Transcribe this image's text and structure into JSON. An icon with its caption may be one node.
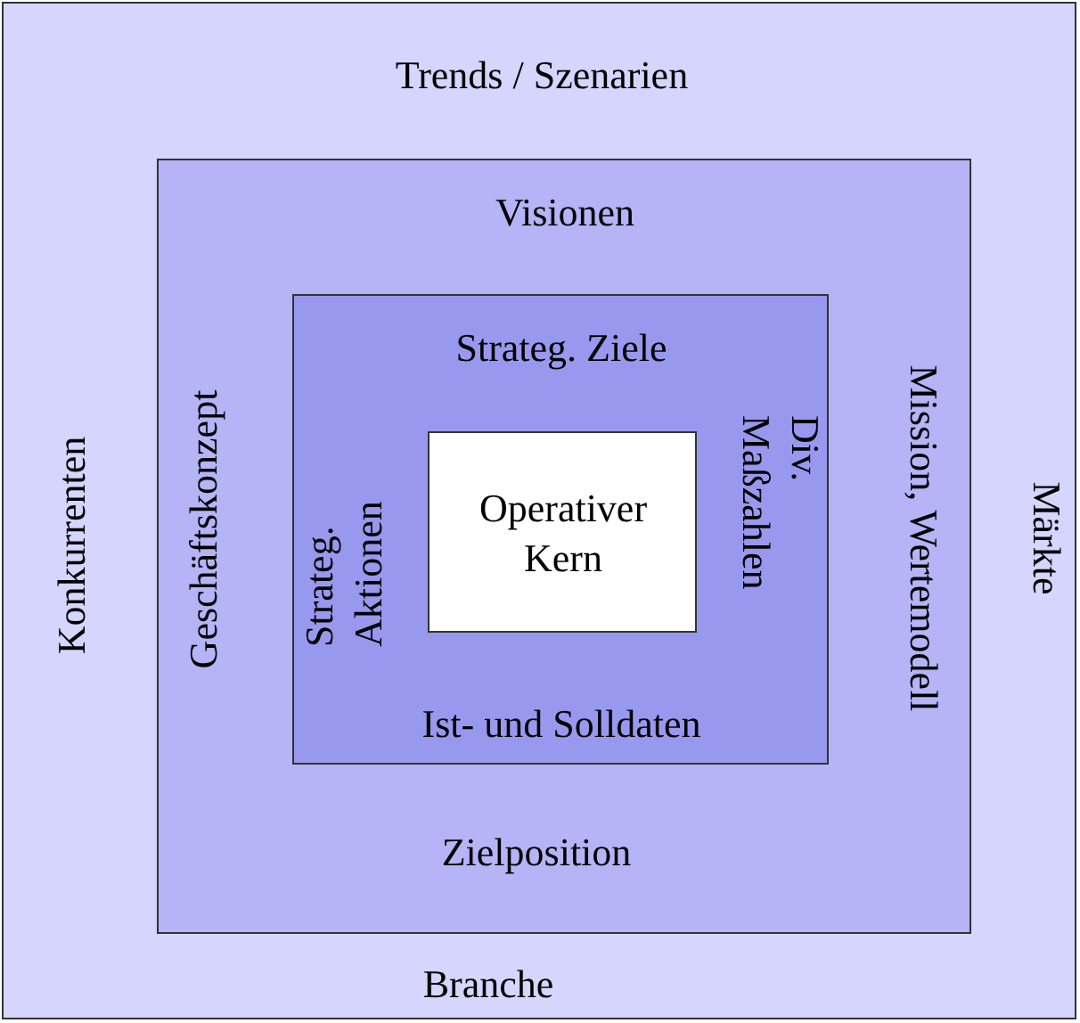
{
  "diagram": {
    "nodes": [
      {
        "text": [
          "Trends / Szenarien",
          "Konkurrenten",
          "Märkte",
          "Branche"
        ]
      },
      {
        "text": [
          "Visionen",
          "Geschäftskonzept",
          "Mission, Wertemodell",
          "Zielposition"
        ],
        "in": 0
      },
      {
        "text": [
          "Strateg. Ziele",
          "Strateg. Aktionen",
          "Div. Maßzahlen",
          "Ist- und Solldaten"
        ],
        "in": 1
      },
      {
        "text": [
          "Operativer Kern"
        ],
        "in": 2
      }
    ]
  }
}
